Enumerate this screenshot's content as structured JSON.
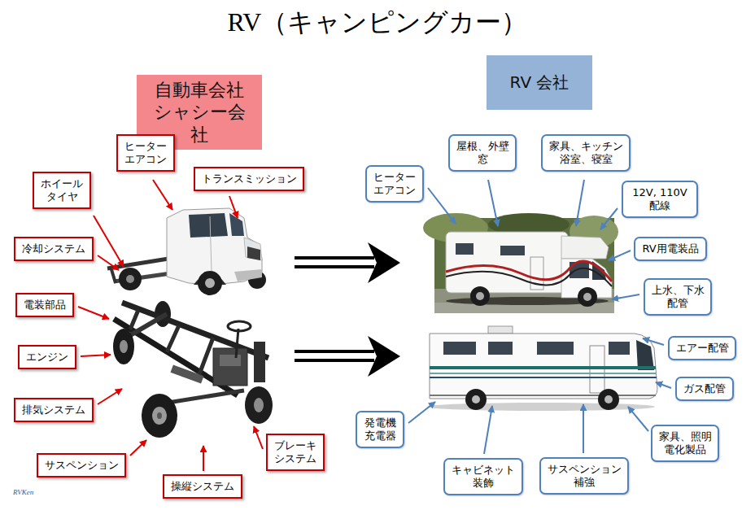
{
  "diagram": {
    "title": "RV（キャンピングカー）",
    "nodes": [
      {
        "text": [
          "自動車会社 シャシー会社"
        ]
      },
      {
        "text": [
          "ヒーター エアコン"
        ]
      },
      {
        "text": [
          "トランスミッション"
        ]
      },
      {
        "text": [
          "ホイール タイヤ"
        ]
      },
      {
        "text": [
          "冷却システム"
        ]
      },
      {
        "text": [
          "電装部品"
        ]
      },
      {
        "text": [
          "エンジン"
        ]
      },
      {
        "text": [
          "排気システム"
        ]
      },
      {
        "text": [
          "ブレーキ システム"
        ]
      },
      {
        "text": [
          "サスペンション"
        ]
      },
      {
        "text": [
          "操縦システム"
        ]
      },
      {
        "text": [
          "RV 会社"
        ]
      },
      {
        "text": [
          "ヒーター エアコン"
        ]
      },
      {
        "text": [
          "屋根、外壁 窓"
        ]
      },
      {
        "text": [
          "家具、キッチン 浴室、寝室"
        ]
      },
      {
        "text": [
          "12V, 110V 配線"
        ]
      },
      {
        "text": [
          "RV用電装品"
        ]
      },
      {
        "text": [
          "上水、下水 配管"
        ]
      },
      {
        "text": [
          "エアー配管"
        ]
      },
      {
        "text": [
          "ガス配管"
        ]
      },
      {
        "text": [
          "家具、照明 電化製品"
        ]
      },
      {
        "text": [
          "サスペンション 補強"
        ]
      },
      {
        "text": [
          "キャビネット 装飾"
        ]
      },
      {
        "text": [
          "発電機 充電器"
        ]
      }
    ],
    "labels": [
      "RVKen"
    ]
  }
}
